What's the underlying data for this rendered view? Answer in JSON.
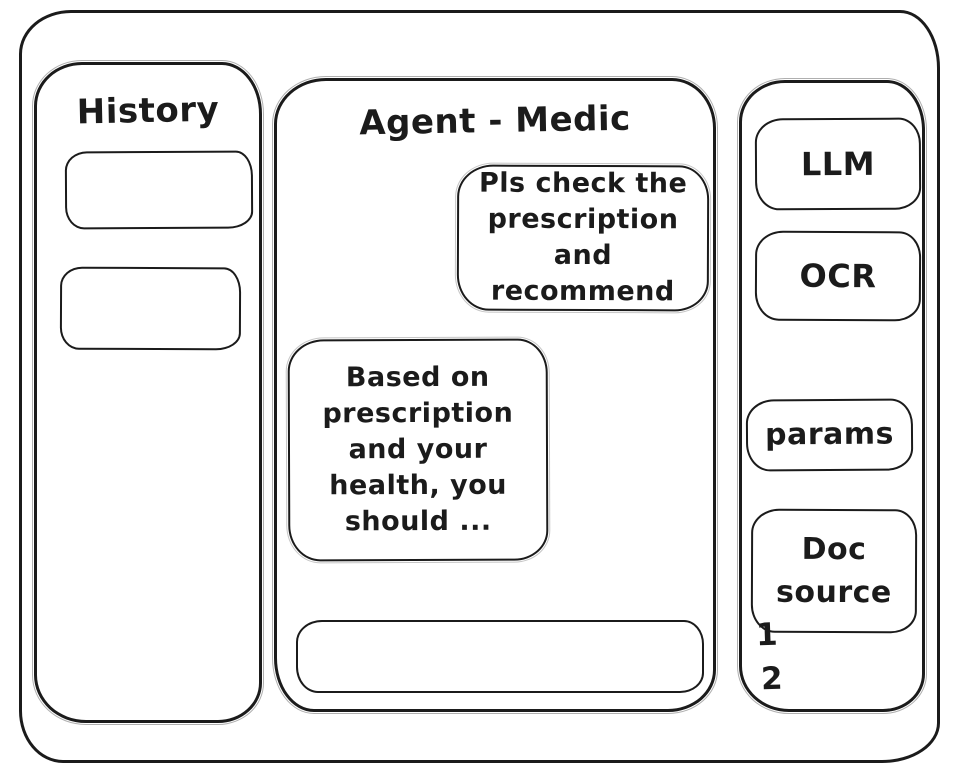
{
  "colors": {
    "stroke": "#1b1b1b",
    "background": "#ffffff"
  },
  "history_sidebar": {
    "title": "History",
    "items": [
      {
        "label": ""
      },
      {
        "label": ""
      }
    ]
  },
  "chat": {
    "title": "Agent - Medic",
    "messages": [
      {
        "role": "user",
        "text": "Pls check the prescription and recommend"
      },
      {
        "role": "agent",
        "text": "Based on prescription and your health, you should ..."
      }
    ],
    "input": {
      "value": "",
      "placeholder": ""
    }
  },
  "tools_sidebar": {
    "buttons": [
      {
        "label": "LLM"
      },
      {
        "label": "OCR"
      },
      {
        "label": "params"
      },
      {
        "label": "Doc source"
      }
    ],
    "doc_source_items": [
      "1",
      "2"
    ]
  }
}
